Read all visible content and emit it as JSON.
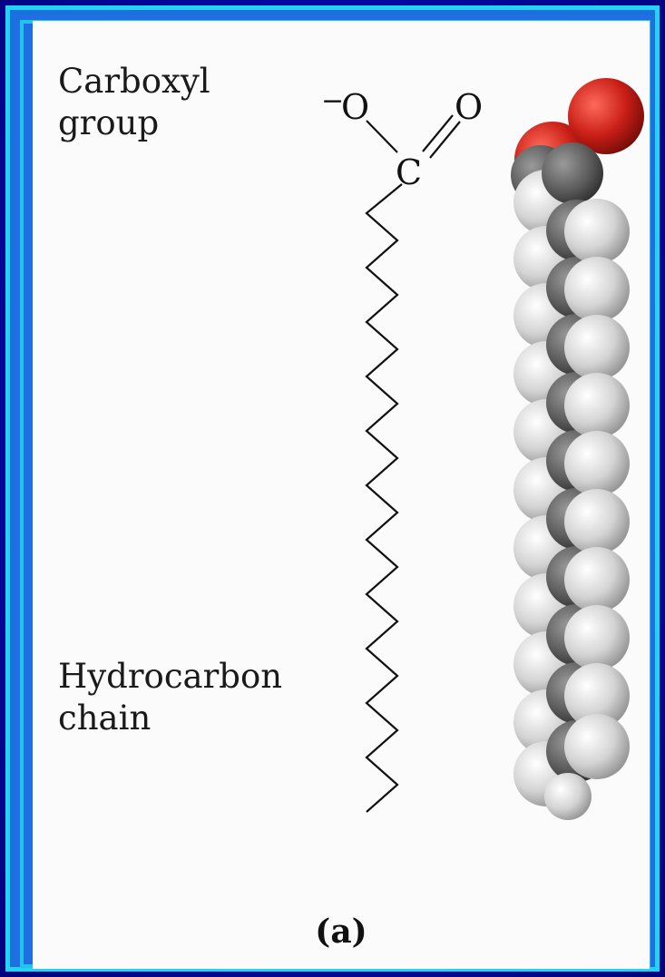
{
  "labels": {
    "carboxyl": [
      "Carboxyl",
      "group"
    ],
    "hydrocarbon": [
      "Hydrocarbon",
      "chain"
    ]
  },
  "structure": {
    "oxygen_left": "O",
    "oxygen_charge": "−",
    "oxygen_right": "O",
    "carbon": "C"
  },
  "caption": "(a)",
  "colors": {
    "background": "#06069a",
    "frame": "#22d4f0",
    "panel": "#fbfbfb",
    "oxygen_atom": "#c8201a",
    "carbon_atom": "#5e5e5e",
    "hydrogen_atom": "#e4e4e4"
  }
}
